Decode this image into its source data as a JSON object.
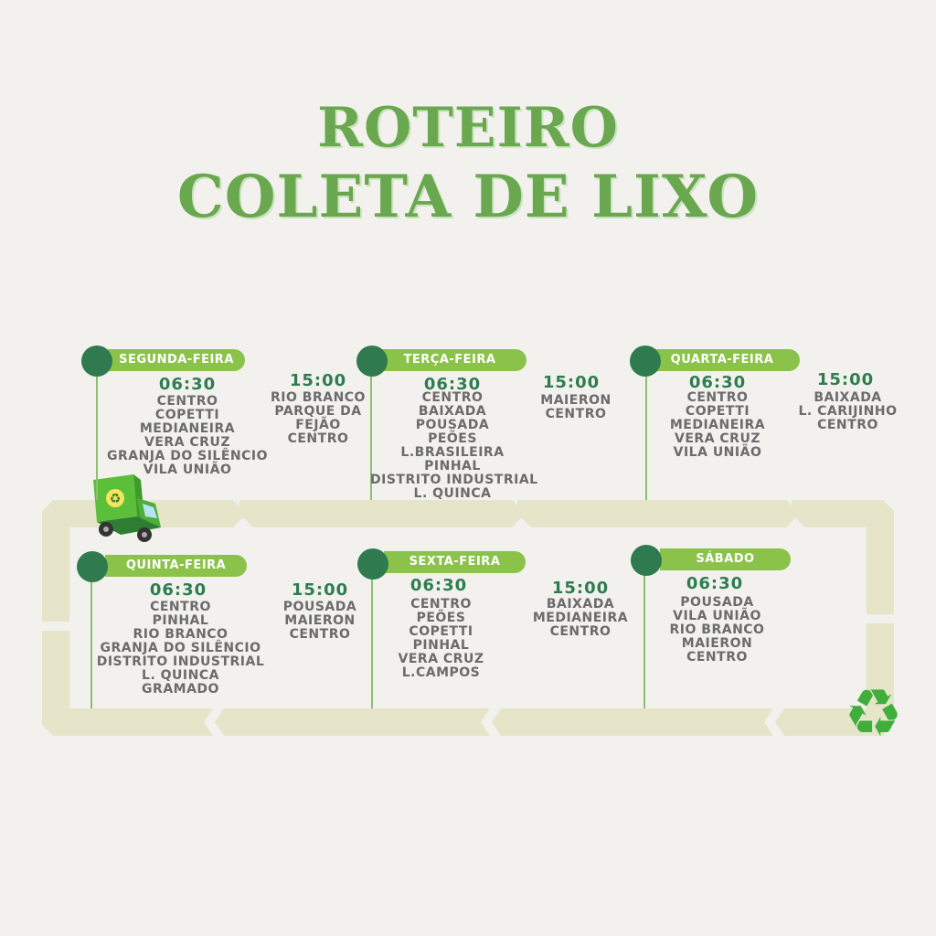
{
  "title_line1": "ROTEIRO",
  "title_line2": "COLETA DE LIXO",
  "colors": {
    "green_dark": "#2f7a4f",
    "green_pill": "#8bc34a",
    "title_green": "#6aa84f",
    "route_beige": "#e6e4c9",
    "text_gray": "#6b6b6b"
  },
  "icons": {
    "truck": "recycling-truck-icon",
    "recycle": "recycle-icon"
  },
  "days": [
    {
      "day": "SEGUNDA-FEIRA",
      "morning_time": "06:30",
      "morning": [
        "CENTRO",
        "COPETTI",
        "MEDIANEIRA",
        "VERA CRUZ",
        "GRANJA DO SILÊNCIO",
        "VILA UNIÃO"
      ],
      "afternoon_time": "15:00",
      "afternoon": [
        "RIO BRANCO",
        "PARQUE DA",
        "FEJÃO",
        "CENTRO"
      ]
    },
    {
      "day": "TERÇA-FEIRA",
      "morning_time": "06:30",
      "morning": [
        "CENTRO",
        "BAIXADA",
        "POUSADA",
        "PEÕES",
        "L.BRASILEIRA",
        "PINHAL",
        "DISTRITO INDUSTRIAL",
        "L. QUINCA"
      ],
      "afternoon_time": "15:00",
      "afternoon": [
        "MAIERON",
        "CENTRO"
      ]
    },
    {
      "day": "QUARTA-FEIRA",
      "morning_time": "06:30",
      "morning": [
        "CENTRO",
        "COPETTI",
        "MEDIANEIRA",
        "VERA CRUZ",
        "VILA UNIÃO"
      ],
      "afternoon_time": "15:00",
      "afternoon": [
        "BAIXADA",
        "L. CARIJINHO",
        "CENTRO"
      ]
    },
    {
      "day": "QUINTA-FEIRA",
      "morning_time": "06:30",
      "morning": [
        "CENTRO",
        "PINHAL",
        "RIO BRANCO",
        "GRANJA DO SILÊNCIO",
        "DISTRITO INDUSTRIAL",
        "L. QUINCA",
        "GRAMADO"
      ],
      "afternoon_time": "15:00",
      "afternoon": [
        "POUSADA",
        "MAIERON",
        "CENTRO"
      ]
    },
    {
      "day": "SEXTA-FEIRA",
      "morning_time": "06:30",
      "morning": [
        "CENTRO",
        "PEÕES",
        "COPETTI",
        "PINHAL",
        "VERA CRUZ",
        "L.CAMPOS"
      ],
      "afternoon_time": "15:00",
      "afternoon": [
        "BAIXADA",
        "MEDIANEIRA",
        "CENTRO"
      ]
    },
    {
      "day": "SÁBADO",
      "morning_time": "06:30",
      "morning": [
        "POUSADA",
        "VILA UNIÃO",
        "RIO BRANCO",
        "MAIERON",
        "CENTRO"
      ]
    }
  ]
}
